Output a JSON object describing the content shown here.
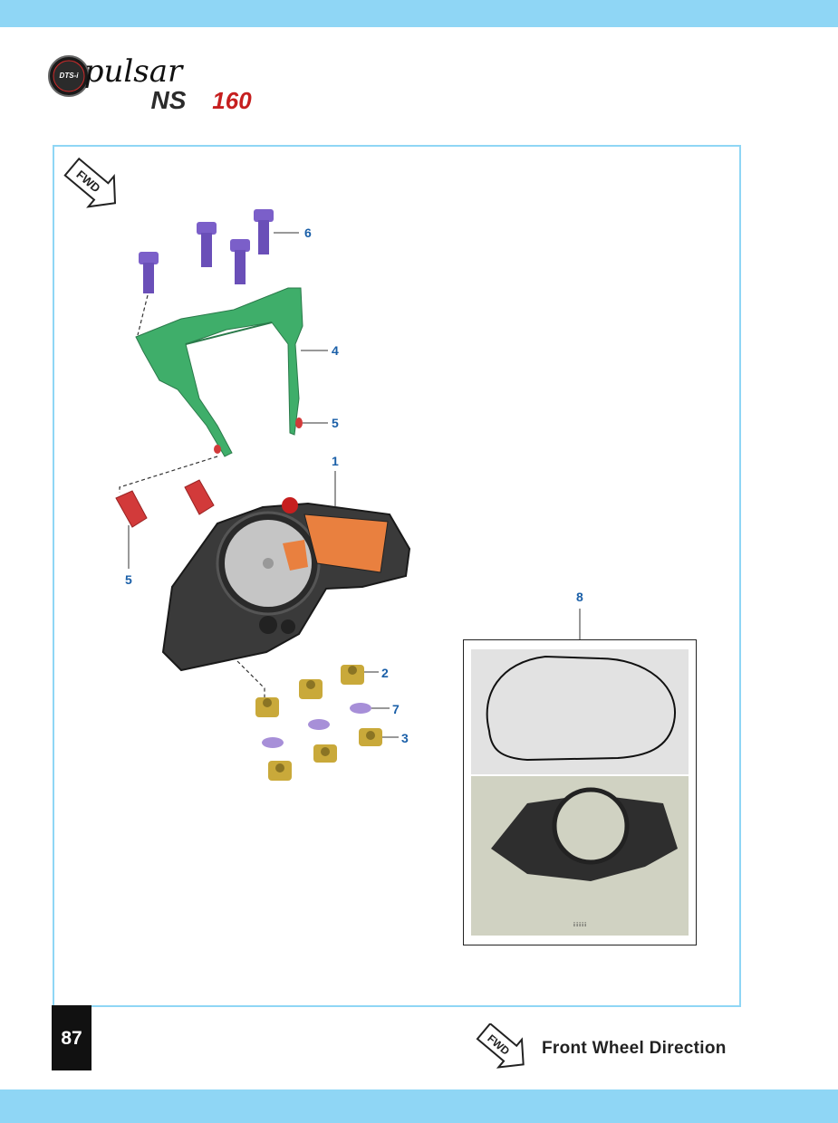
{
  "header": {
    "brand_badge": "DTS-i",
    "brand_script": "pulsar",
    "model_letters": "NS",
    "model_number": "160"
  },
  "diagram": {
    "fwd_tag": "FWD",
    "callouts": {
      "c1": "1",
      "c2": "2",
      "c3": "3",
      "c4": "4",
      "c5a": "5",
      "c5b": "5",
      "c6": "6",
      "c7": "7",
      "c8": "8"
    }
  },
  "footer": {
    "page_number": "87",
    "fwd_tag": "FWD",
    "legend_label": "Front Wheel Direction"
  },
  "colors": {
    "accent_band": "#8fd6f5",
    "callout_text": "#1a5fa8",
    "bracket": "#3fae6a",
    "bolt": "#7b5fc9",
    "rubber": "#d23a3a",
    "nut": "#c9a93a",
    "display": "#e9803f"
  }
}
